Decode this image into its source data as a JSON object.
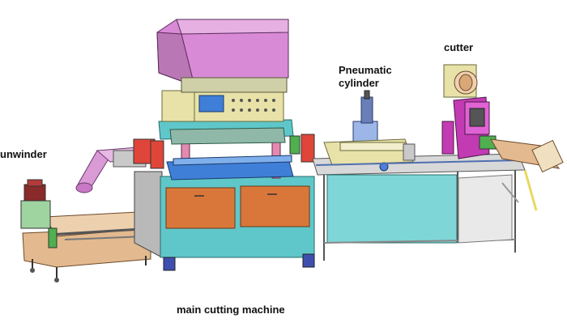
{
  "labels": {
    "unwinder": "unwinder",
    "pneumatic_line1": "Pneumatic",
    "pneumatic_line2": "cylinder",
    "cutter": "cutter",
    "main_cutting_machine": "main cutting machine"
  },
  "colors": {
    "background": "#ffffff",
    "press_head": "#d98ad6",
    "body_cyan": "#5fc7c9",
    "door_brown": "#d9773a",
    "frame_gray": "#c9c9c9",
    "base_wood": "#e3b98f",
    "press_blue": "#3f7fd8",
    "accent_red": "#e0453a",
    "cutter_magenta": "#c23bb3",
    "control_panel": "#e8e2a8"
  }
}
